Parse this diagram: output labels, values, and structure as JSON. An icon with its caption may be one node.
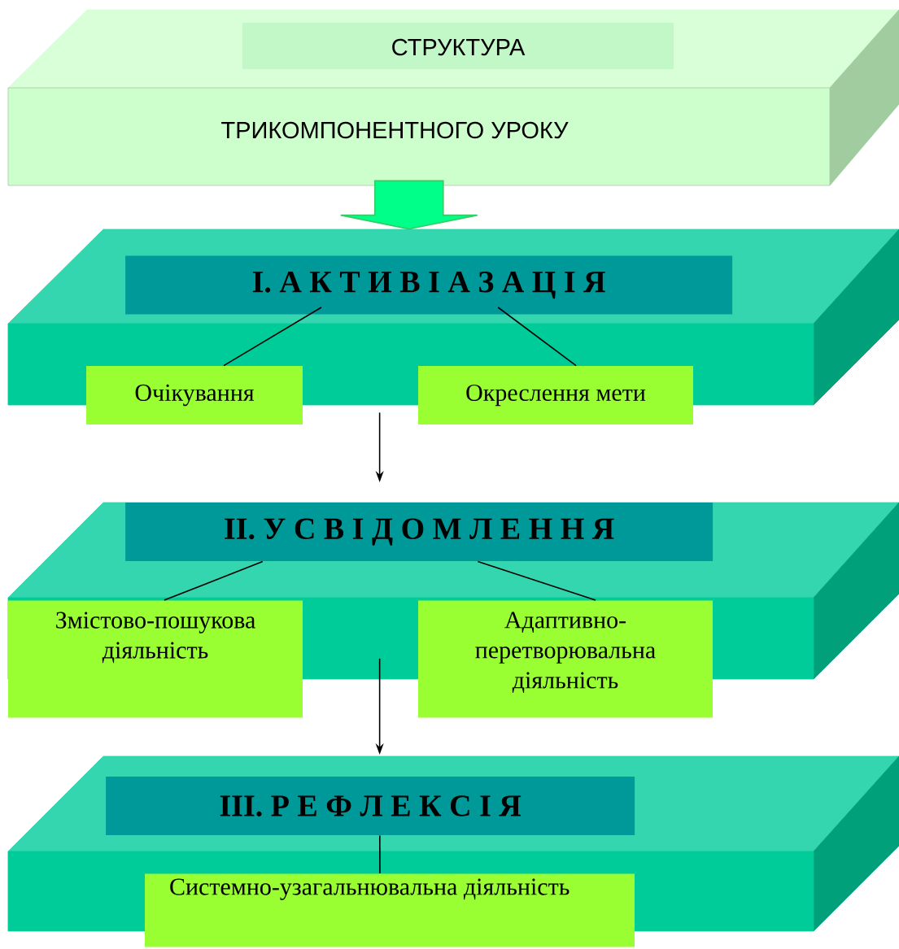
{
  "diagram": {
    "nodes": [
      {
        "text": [
          "СТРУКТУРА",
          "ТРИКОМПОНЕНТНОГО УРОКУ"
        ]
      },
      {
        "text": [],
        "shape": "box"
      },
      {
        "text": [
          "I. А К Т И В І А З А Ц І Я"
        ],
        "in": 1
      },
      {
        "text": [
          "Очікування"
        ]
      },
      {
        "text": [
          "Окреслення мети"
        ]
      },
      {
        "text": [],
        "shape": "box"
      },
      {
        "text": [
          "II. У С В І Д О М Л Е Н Н Я"
        ],
        "in": 5
      },
      {
        "text": [
          "Змістово-пошукова діяльність"
        ]
      },
      {
        "text": [
          "Адаптивно-перетворювальна діяльність"
        ]
      },
      {
        "text": [],
        "shape": "box"
      },
      {
        "text": [
          "III. Р Е Ф Л Е К С І Я"
        ],
        "in": 9
      },
      {
        "text": [
          "Системно-узагальнювальна діяльність"
        ]
      }
    ],
    "edges": [
      {
        "from": 0,
        "to": 1,
        "arrow": "to",
        "style": "thick",
        "color": "#00ff88"
      },
      {
        "from": 2,
        "to": 3,
        "arrow": "none"
      },
      {
        "from": 2,
        "to": 4,
        "arrow": "none"
      },
      {
        "from": 1,
        "to": 5,
        "arrow": "to"
      },
      {
        "from": 6,
        "to": 7,
        "arrow": "none"
      },
      {
        "from": 6,
        "to": 8,
        "arrow": "none"
      },
      {
        "from": 5,
        "to": 9,
        "arrow": "to"
      },
      {
        "from": 10,
        "to": 11,
        "arrow": "none"
      }
    ]
  }
}
